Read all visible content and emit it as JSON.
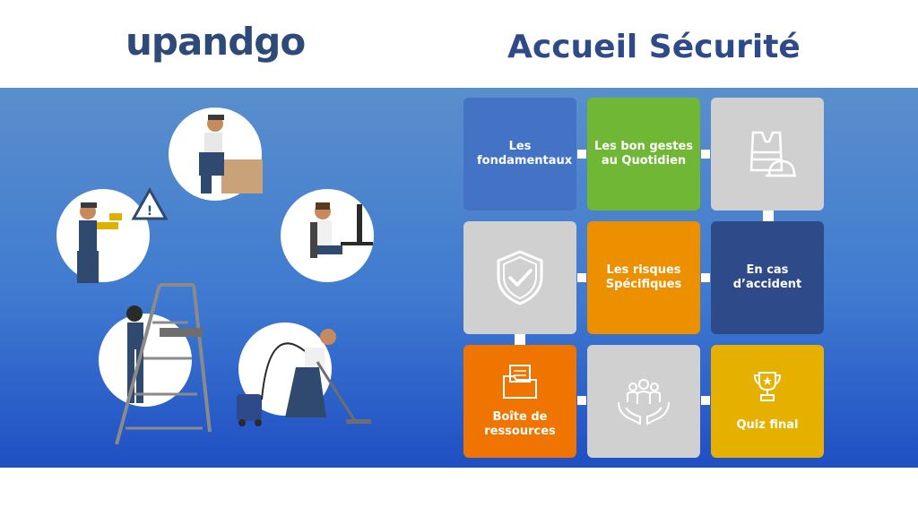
{
  "header": {
    "logo_text": "upandgo",
    "title": "Accueil Sécurité"
  },
  "tiles": {
    "fondamentaux": "Les fondamentaux",
    "bons_gestes": "Les bon gestes au Quotidien",
    "risques": "Les risques Spécifiques",
    "accident": "En cas d’accident",
    "ressources": "Boîte de ressources",
    "quiz": "Quiz final"
  },
  "colors": {
    "blue": "#4472c4",
    "green": "#70b736",
    "gray": "#d0d0d0",
    "orange": "#ed9000",
    "navy": "#2e4a88",
    "orange_deep": "#f07400",
    "gold": "#e5b000"
  }
}
